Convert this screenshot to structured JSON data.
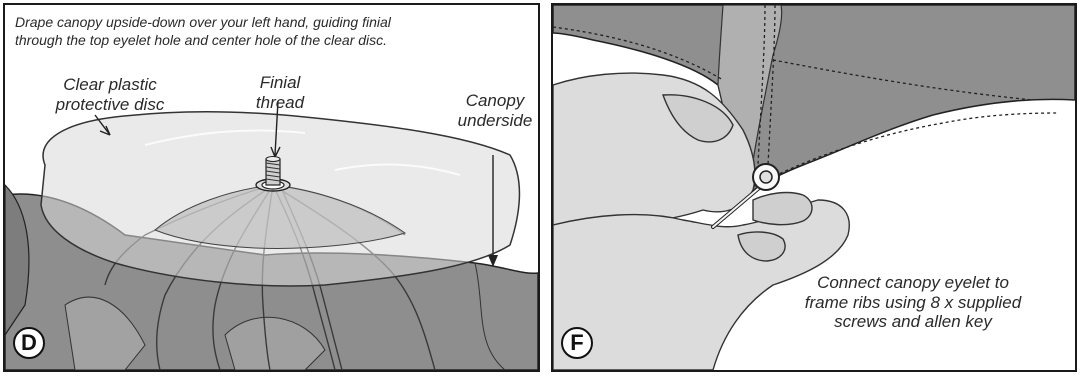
{
  "panel_d": {
    "instruction": "Drape canopy upside-down over your left hand, guiding finial\nthrough the top eyelet hole and center hole of the clear disc.",
    "label_disc": "Clear plastic\nprotective disc",
    "label_finial": "Finial\nthread",
    "label_canopy": "Canopy\nunderside",
    "badge": "D"
  },
  "panel_f": {
    "caption": "Connect canopy eyelet to\nframe ribs using 8 x supplied\nscrews and allen key",
    "badge": "F"
  }
}
